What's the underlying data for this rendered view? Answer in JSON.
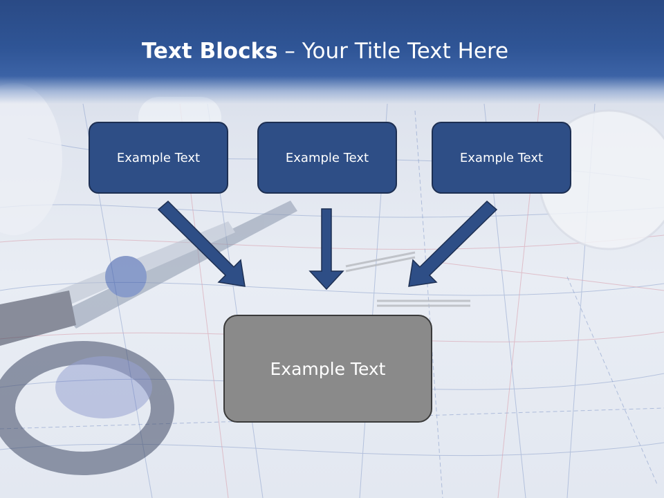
{
  "slide": {
    "title_bold": "Text Blocks",
    "title_separator": " – ",
    "title_rest": "Your Title Text Here"
  },
  "blocks": {
    "top": [
      "Example Text",
      "Example Text",
      "Example Text"
    ],
    "target": "Example Text"
  },
  "colors": {
    "header": "#2f5596",
    "box_fill": "#2e4e86",
    "box_border": "#1d2f52",
    "target_fill": "#8a8a8a",
    "arrow_fill": "#2e4e86"
  }
}
